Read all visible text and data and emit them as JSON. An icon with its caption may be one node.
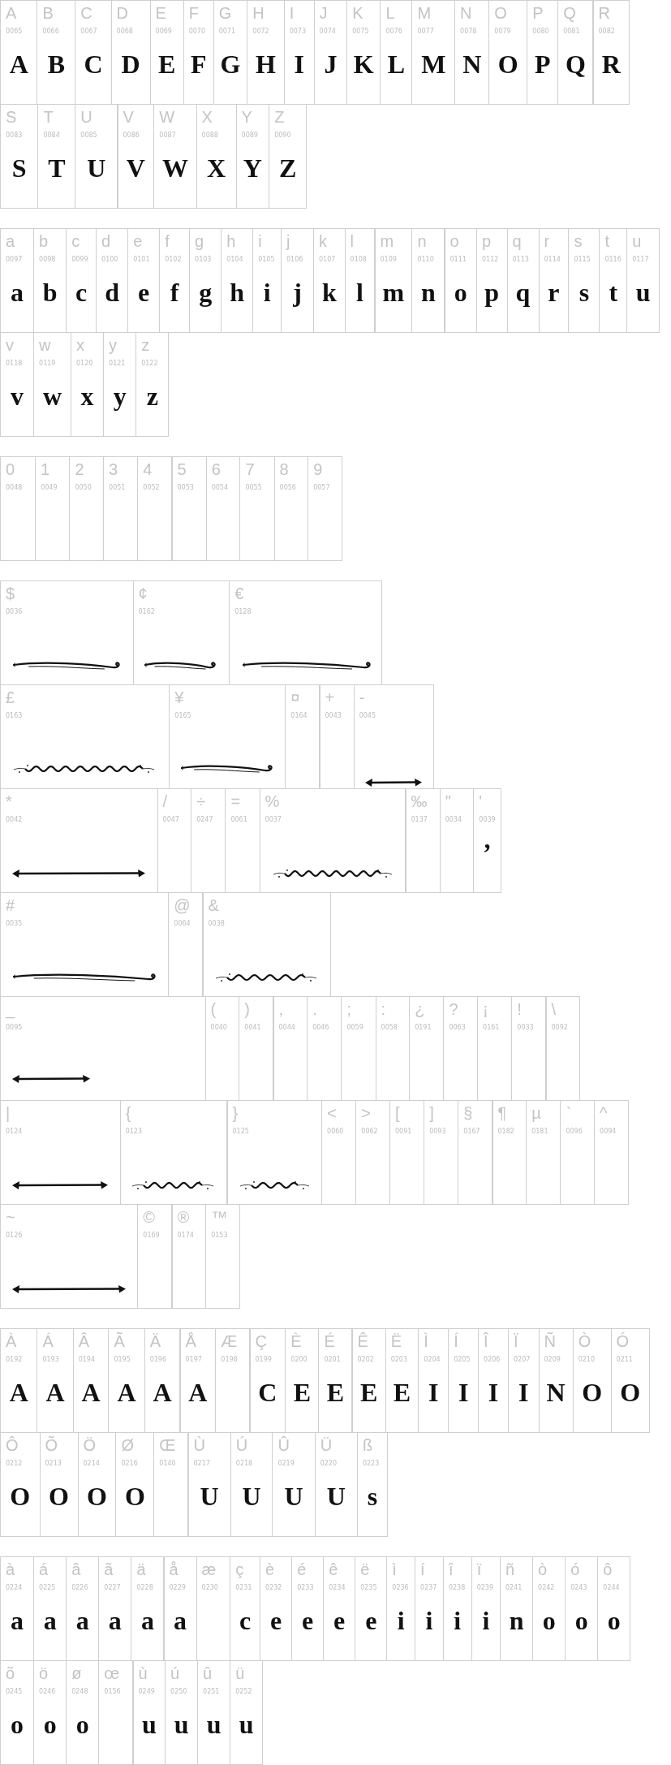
{
  "diagram": {
    "nodes": [
      {
        "text": [
          "A",
          "0065",
          "A"
        ]
      },
      {
        "text": [
          "B",
          "0066",
          "B"
        ]
      },
      {
        "text": [
          "C",
          "0067",
          "C"
        ]
      },
      {
        "text": [
          "D",
          "0068",
          "D"
        ]
      },
      {
        "text": [
          "E",
          "0069",
          "E"
        ]
      },
      {
        "text": [
          "F",
          "0070",
          "F"
        ]
      },
      {
        "text": [
          "G",
          "0071",
          "G"
        ]
      },
      {
        "text": [
          "H",
          "0072",
          "H"
        ]
      },
      {
        "text": [
          "I",
          "0073",
          "I"
        ]
      },
      {
        "text": [
          "J",
          "0074",
          "J"
        ]
      },
      {
        "text": [
          "K",
          "0075",
          "K"
        ]
      },
      {
        "text": [
          "L",
          "0076",
          "L"
        ]
      },
      {
        "text": [
          "M",
          "0077",
          "M"
        ]
      },
      {
        "text": [
          "N",
          "0078",
          "N"
        ]
      },
      {
        "text": [
          "O",
          "0079",
          "O"
        ]
      },
      {
        "text": [
          "P",
          "0080",
          "P"
        ]
      },
      {
        "text": [
          "Q",
          "0081",
          "Q"
        ]
      },
      {
        "text": [
          "R",
          "0082",
          "R"
        ]
      },
      {
        "text": [
          "S",
          "0083",
          "S"
        ]
      },
      {
        "text": [
          "T",
          "0084",
          "T"
        ]
      },
      {
        "text": [
          "U",
          "0085",
          "U"
        ]
      },
      {
        "text": [
          "V",
          "0086",
          "V"
        ]
      },
      {
        "text": [
          "W",
          "0087",
          "W"
        ]
      },
      {
        "text": [
          "X",
          "0088",
          "X"
        ]
      },
      {
        "text": [
          "Y",
          "0089",
          "Y"
        ]
      },
      {
        "text": [
          "Z",
          "0090",
          "Z"
        ]
      },
      {
        "text": [
          "a",
          "0097",
          "a"
        ]
      },
      {
        "text": [
          "b",
          "0098",
          "b"
        ]
      },
      {
        "text": [
          "c",
          "0099",
          "c"
        ]
      },
      {
        "text": [
          "d",
          "0100",
          "d"
        ]
      },
      {
        "text": [
          "e",
          "0101",
          "e"
        ]
      },
      {
        "text": [
          "f",
          "0102",
          "f"
        ]
      },
      {
        "text": [
          "g",
          "0103",
          "g"
        ]
      },
      {
        "text": [
          "h",
          "0104",
          "h"
        ]
      },
      {
        "text": [
          "i",
          "0105",
          "i"
        ]
      },
      {
        "text": [
          "j",
          "0106",
          "j"
        ]
      },
      {
        "text": [
          "k",
          "0107",
          "k"
        ]
      },
      {
        "text": [
          "l",
          "0108",
          "l"
        ]
      },
      {
        "text": [
          "m",
          "0109",
          "m"
        ]
      },
      {
        "text": [
          "n",
          "0110",
          "n"
        ]
      },
      {
        "text": [
          "o",
          "0111",
          "o"
        ]
      },
      {
        "text": [
          "p",
          "0112",
          "p"
        ]
      },
      {
        "text": [
          "q",
          "0113",
          "q"
        ]
      },
      {
        "text": [
          "r",
          "0114",
          "r"
        ]
      },
      {
        "text": [
          "s",
          "0115",
          "s"
        ]
      },
      {
        "text": [
          "t",
          "0116",
          "t"
        ]
      },
      {
        "text": [
          "u",
          "0117",
          "u"
        ]
      },
      {
        "text": [
          "v",
          "0118",
          "v"
        ]
      },
      {
        "text": [
          "w",
          "0119",
          "w"
        ]
      },
      {
        "text": [
          "x",
          "0120",
          "x"
        ]
      },
      {
        "text": [
          "y",
          "0121",
          "y"
        ]
      },
      {
        "text": [
          "z",
          "0122",
          "z"
        ]
      },
      {
        "text": [
          "0",
          "0048"
        ]
      },
      {
        "text": [
          "1",
          "0049"
        ]
      },
      {
        "text": [
          "2",
          "0050"
        ]
      },
      {
        "text": [
          "3",
          "0051"
        ]
      },
      {
        "text": [
          "4",
          "0052"
        ]
      },
      {
        "text": [
          "5",
          "0053"
        ]
      },
      {
        "text": [
          "6",
          "0054"
        ]
      },
      {
        "text": [
          "7",
          "0055"
        ]
      },
      {
        "text": [
          "8",
          "0056"
        ]
      },
      {
        "text": [
          "9",
          "0057"
        ]
      },
      {
        "text": [
          "$",
          "0036"
        ]
      },
      {
        "text": [
          "¢",
          "0162"
        ]
      },
      {
        "text": [
          "€",
          "0128"
        ]
      },
      {
        "text": [
          "£",
          "0163"
        ]
      },
      {
        "text": [
          "¥",
          "0165"
        ]
      },
      {
        "text": [
          "¤",
          "0164"
        ]
      },
      {
        "text": [
          "+",
          "0043"
        ]
      },
      {
        "text": [
          "-",
          "0045"
        ]
      },
      {
        "text": [
          "*",
          "0042"
        ]
      },
      {
        "text": [
          "/",
          "0047"
        ]
      },
      {
        "text": [
          "÷",
          "0247"
        ]
      },
      {
        "text": [
          "=",
          "0061"
        ]
      },
      {
        "text": [
          "%",
          "0037"
        ]
      },
      {
        "text": [
          "‰",
          "0137"
        ]
      },
      {
        "text": [
          "\"",
          "0034"
        ]
      },
      {
        "text": [
          "'",
          "0039",
          "’"
        ]
      },
      {
        "text": [
          "#",
          "0035"
        ]
      },
      {
        "text": [
          "@",
          "0064"
        ]
      },
      {
        "text": [
          "&",
          "0038"
        ]
      },
      {
        "text": [
          "_",
          "0095"
        ]
      },
      {
        "text": [
          "(",
          "0040"
        ]
      },
      {
        "text": [
          ")",
          "0041"
        ]
      },
      {
        "text": [
          ",",
          "0044"
        ]
      },
      {
        "text": [
          ".",
          "0046"
        ]
      },
      {
        "text": [
          ";",
          "0059"
        ]
      },
      {
        "text": [
          ":",
          "0058"
        ]
      },
      {
        "text": [
          "¿",
          "0191"
        ]
      },
      {
        "text": [
          "?",
          "0063"
        ]
      },
      {
        "text": [
          "¡",
          "0161"
        ]
      },
      {
        "text": [
          "!",
          "0033"
        ]
      },
      {
        "text": [
          "\\",
          "0092"
        ]
      },
      {
        "text": [
          "|",
          "0124"
        ]
      },
      {
        "text": [
          "{",
          "0123"
        ]
      },
      {
        "text": [
          "}",
          "0125"
        ]
      },
      {
        "text": [
          "<",
          "0060"
        ]
      },
      {
        "text": [
          ">",
          "0062"
        ]
      },
      {
        "text": [
          "[",
          "0091"
        ]
      },
      {
        "text": [
          "]",
          "0093"
        ]
      },
      {
        "text": [
          "§",
          "0167"
        ]
      },
      {
        "text": [
          "¶",
          "0182"
        ]
      },
      {
        "text": [
          "µ",
          "0181"
        ]
      },
      {
        "text": [
          "`",
          "0096"
        ]
      },
      {
        "text": [
          "^",
          "0094"
        ]
      },
      {
        "text": [
          "~",
          "0126"
        ]
      },
      {
        "text": [
          "©",
          "0169"
        ]
      },
      {
        "text": [
          "®",
          "0174"
        ]
      },
      {
        "text": [
          "™",
          "0153"
        ]
      },
      {
        "text": [
          "À",
          "0192",
          "A"
        ]
      },
      {
        "text": [
          "Á",
          "0193",
          "A"
        ]
      },
      {
        "text": [
          "Â",
          "0194",
          "A"
        ]
      },
      {
        "text": [
          "Ã",
          "0195",
          "A"
        ]
      },
      {
        "text": [
          "Ä",
          "0196",
          "A"
        ]
      },
      {
        "text": [
          "Å",
          "0197",
          "A"
        ]
      },
      {
        "text": [
          "Æ",
          "0198"
        ]
      },
      {
        "text": [
          "Ç",
          "0199",
          "C"
        ]
      },
      {
        "text": [
          "È",
          "0200",
          "E"
        ]
      },
      {
        "text": [
          "É",
          "0201",
          "E"
        ]
      },
      {
        "text": [
          "Ê",
          "0202",
          "E"
        ]
      },
      {
        "text": [
          "Ë",
          "0203",
          "E"
        ]
      },
      {
        "text": [
          "Ì",
          "0204",
          "I"
        ]
      },
      {
        "text": [
          "Í",
          "0205",
          "I"
        ]
      },
      {
        "text": [
          "Î",
          "0206",
          "I"
        ]
      },
      {
        "text": [
          "Ï",
          "0207",
          "I"
        ]
      },
      {
        "text": [
          "Ñ",
          "0209",
          "N"
        ]
      },
      {
        "text": [
          "Ò",
          "0210",
          "O"
        ]
      },
      {
        "text": [
          "Ó",
          "0211",
          "O"
        ]
      },
      {
        "text": [
          "Ô",
          "0212",
          "O"
        ]
      },
      {
        "text": [
          "Õ",
          "0213",
          "O"
        ]
      },
      {
        "text": [
          "Ö",
          "0214",
          "O"
        ]
      },
      {
        "text": [
          "Ø",
          "0216",
          "O"
        ]
      },
      {
        "text": [
          "Œ",
          "0140"
        ]
      },
      {
        "text": [
          "Ù",
          "0217",
          "U"
        ]
      },
      {
        "text": [
          "Ú",
          "0218",
          "U"
        ]
      },
      {
        "text": [
          "Û",
          "0219",
          "U"
        ]
      },
      {
        "text": [
          "Ü",
          "0220",
          "U"
        ]
      },
      {
        "text": [
          "ß",
          "0223",
          "s"
        ]
      },
      {
        "text": [
          "à",
          "0224",
          "a"
        ]
      },
      {
        "text": [
          "á",
          "0225",
          "a"
        ]
      },
      {
        "text": [
          "â",
          "0226",
          "a"
        ]
      },
      {
        "text": [
          "ã",
          "0227",
          "a"
        ]
      },
      {
        "text": [
          "ä",
          "0228",
          "a"
        ]
      },
      {
        "text": [
          "å",
          "0229",
          "a"
        ]
      },
      {
        "text": [
          "æ",
          "0230"
        ]
      },
      {
        "text": [
          "ç",
          "0231",
          "c"
        ]
      },
      {
        "text": [
          "è",
          "0232",
          "e"
        ]
      },
      {
        "text": [
          "é",
          "0233",
          "e"
        ]
      },
      {
        "text": [
          "ê",
          "0234",
          "e"
        ]
      },
      {
        "text": [
          "ë",
          "0235",
          "e"
        ]
      },
      {
        "text": [
          "ì",
          "0236",
          "i"
        ]
      },
      {
        "text": [
          "í",
          "0237",
          "i"
        ]
      },
      {
        "text": [
          "î",
          "0238",
          "i"
        ]
      },
      {
        "text": [
          "ï",
          "0239",
          "i"
        ]
      },
      {
        "text": [
          "ñ",
          "0241",
          "n"
        ]
      },
      {
        "text": [
          "ò",
          "0242",
          "o"
        ]
      },
      {
        "text": [
          "ó",
          "0243",
          "o"
        ]
      },
      {
        "text": [
          "ô",
          "0244",
          "o"
        ]
      },
      {
        "text": [
          "õ",
          "0245",
          "o"
        ]
      },
      {
        "text": [
          "ö",
          "0246",
          "o"
        ]
      },
      {
        "text": [
          "ø",
          "0248",
          "o"
        ]
      },
      {
        "text": [
          "œ",
          "0156"
        ]
      },
      {
        "text": [
          "ù",
          "0249",
          "u"
        ]
      },
      {
        "text": [
          "ú",
          "0250",
          "u"
        ]
      },
      {
        "text": [
          "û",
          "0251",
          "u"
        ]
      },
      {
        "text": [
          "ü",
          "0252",
          "u"
        ]
      }
    ]
  }
}
